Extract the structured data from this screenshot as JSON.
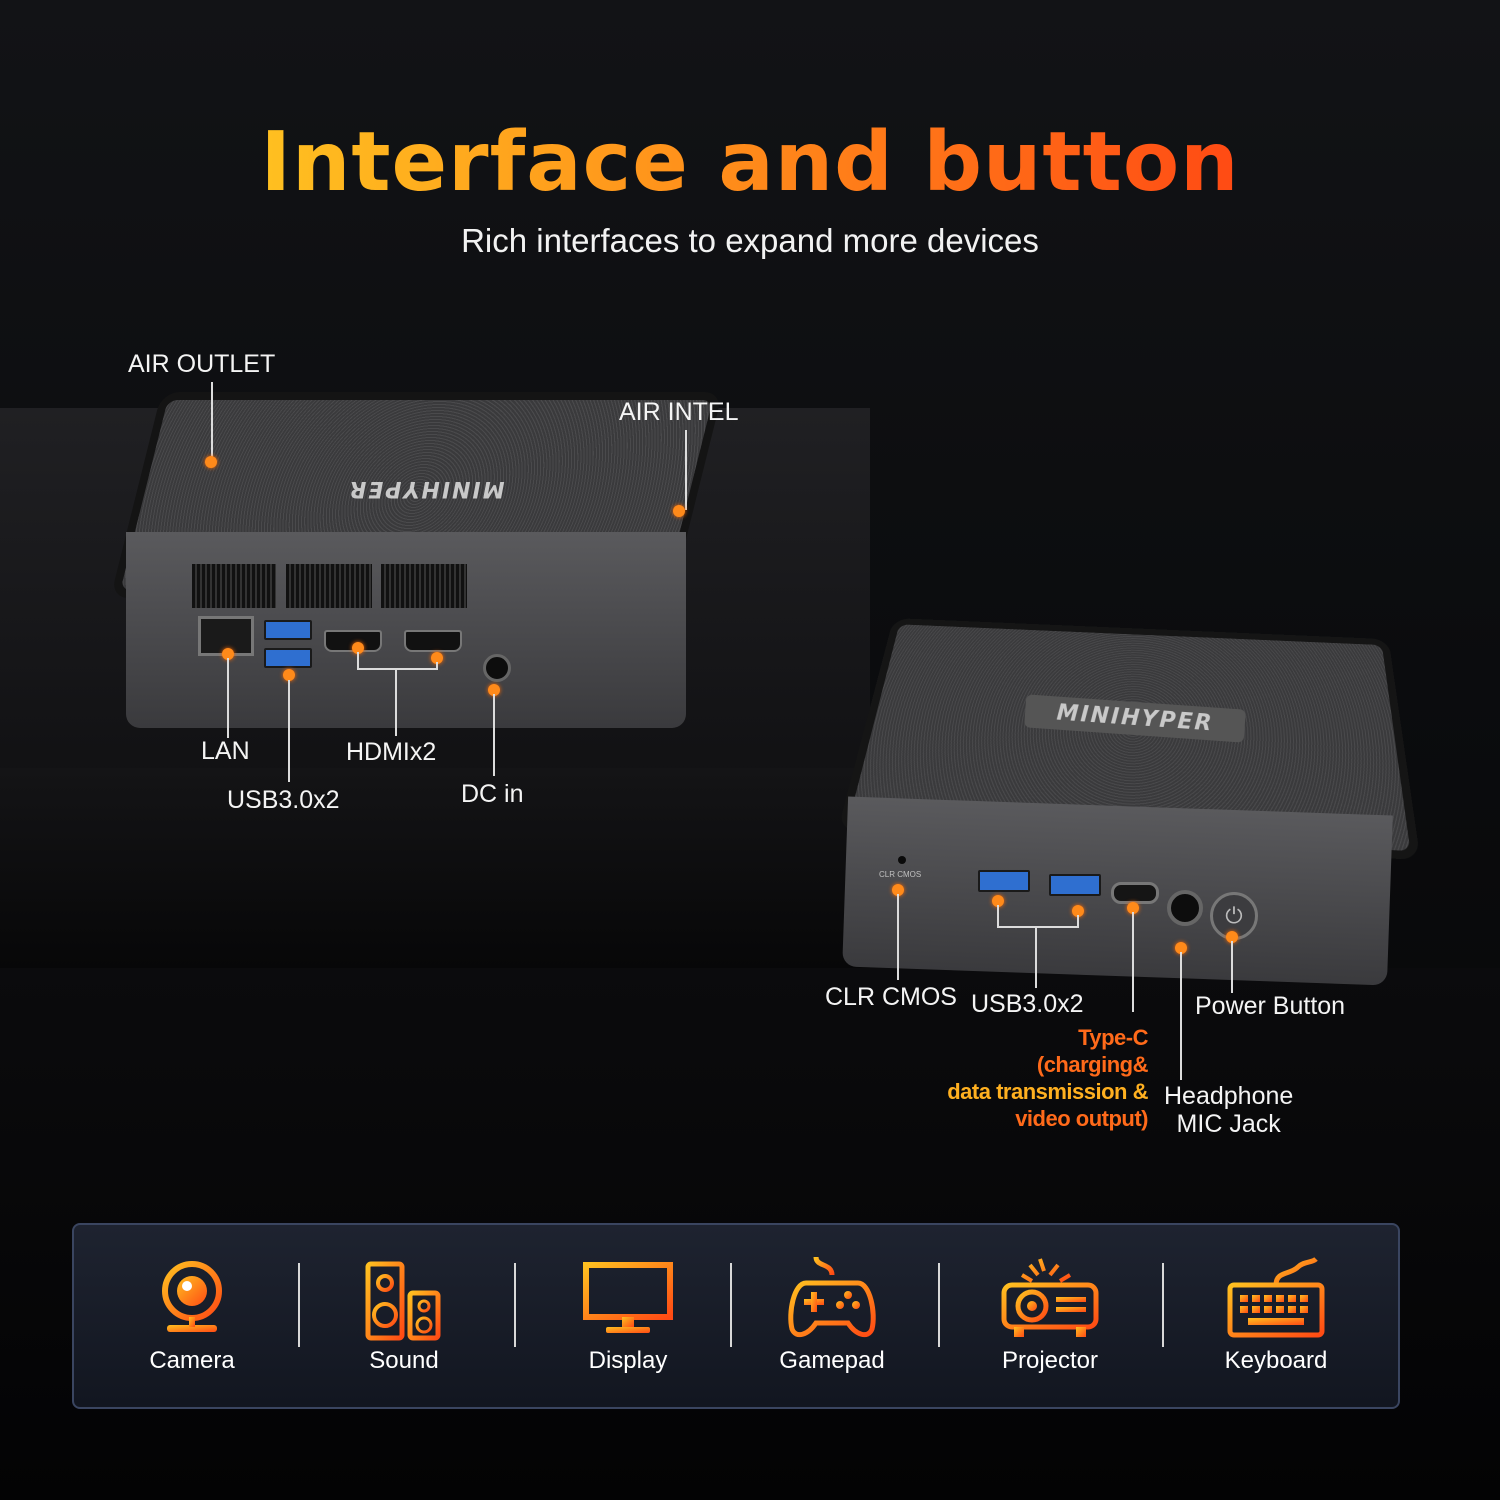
{
  "header": {
    "title": "Interface and button",
    "subtitle": "Rich interfaces to expand more devices"
  },
  "device_back": {
    "brand": "MINIHYPER",
    "labels": {
      "air_outlet": "AIR OUTLET",
      "air_intel": "AIR INTEL",
      "lan": "LAN",
      "hdmi": "HDMIx2",
      "usb": "USB3.0x2",
      "dc_in": "DC in"
    }
  },
  "device_front": {
    "brand": "MINIHYPER",
    "clr_print": "CLR  CMOS",
    "labels": {
      "clr_cmos": "CLR CMOS",
      "usb": "USB3.0x2",
      "power": "Power Button",
      "type_c_lines": [
        "Type-C",
        "(charging&",
        "data transmission &",
        "video output)"
      ],
      "headphone_lines": [
        "Headphone",
        "MIC Jack"
      ]
    }
  },
  "devices_bar": {
    "items": [
      {
        "label": "Camera",
        "icon": "camera-icon"
      },
      {
        "label": "Sound",
        "icon": "speaker-icon"
      },
      {
        "label": "Display",
        "icon": "monitor-icon"
      },
      {
        "label": "Gamepad",
        "icon": "gamepad-icon"
      },
      {
        "label": "Projector",
        "icon": "projector-icon"
      },
      {
        "label": "Keyboard",
        "icon": "keyboard-icon"
      }
    ],
    "accent_colors": [
      "#ffc020",
      "#ff4a14"
    ]
  }
}
